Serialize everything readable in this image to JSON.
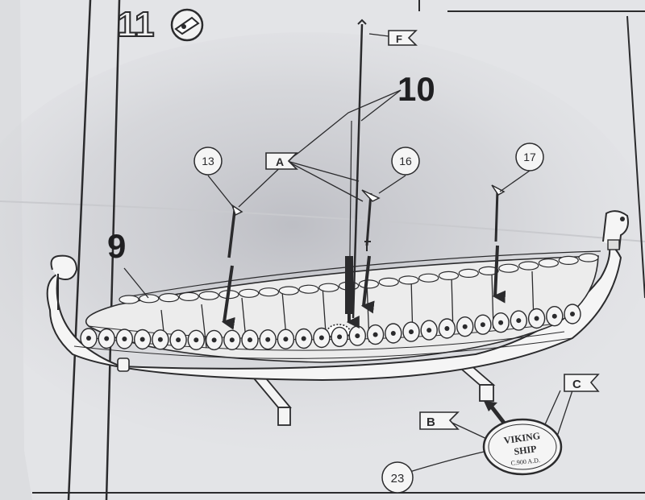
{
  "step": {
    "number": "11"
  },
  "parts": {
    "hull": "9",
    "mast": "10",
    "pole_left": "13",
    "pole_mid": "16",
    "pole_right": "17",
    "display_base": "23"
  },
  "flags": {
    "a": "A",
    "b": "B",
    "c": "C",
    "f": "F"
  },
  "plaque": {
    "line1": "VIKING",
    "line2": "SHIP",
    "line3": "C.900 A.D."
  },
  "colors": {
    "paper": "#e6e7e9",
    "ink": "#2b2b2d",
    "shadow": "#9ea0a8"
  }
}
